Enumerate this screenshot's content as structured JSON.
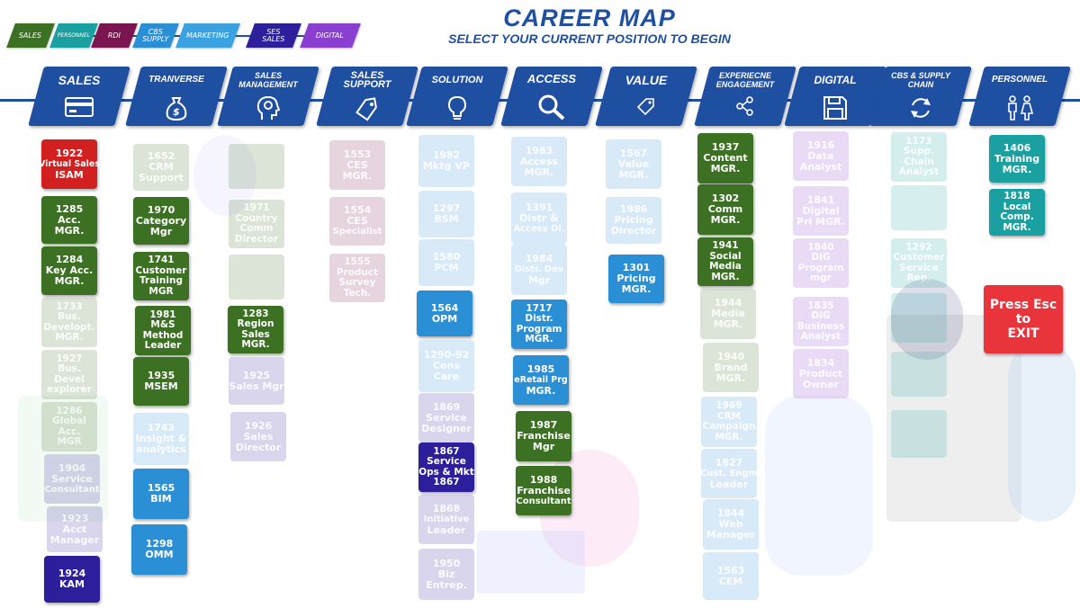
{
  "title": "CAREER MAP",
  "subtitle": "SELECT YOUR CURRENT POSITION TO BEGIN",
  "colors": {
    "sales_green": "#3c7022",
    "personnel_teal": "#1aa0a0",
    "rdi_maroon": "#7a1550",
    "cbs_blue": "#2b8fd6",
    "marketing_blue": "#3aa2e0",
    "ses_navy": "#2d1f9c",
    "digital_purple": "#8a3fd1",
    "header_blue": "#1f4fa0",
    "red": "#d21f1f",
    "exit_red": "#e8343a"
  },
  "legend": [
    {
      "label": "SALES",
      "color": "#3c7022"
    },
    {
      "label": "PERSONNEL",
      "color": "#1aa0a0"
    },
    {
      "label": "RDI",
      "color": "#7a1550"
    },
    {
      "label": "CBS SUPPLY",
      "color": "#2b8fd6"
    },
    {
      "label": "MARKETING",
      "color": "#3aa2e0"
    },
    {
      "label": "SES SALES",
      "color": "#2d1f9c"
    },
    {
      "label": "DIGITAL",
      "color": "#8a3fd1"
    }
  ],
  "headers": [
    {
      "label": "SALES",
      "icon": "credit-card-icon"
    },
    {
      "label": "TRANVERSE",
      "icon": "money-bag-icon"
    },
    {
      "label": "SALES MANAGEMENT",
      "icon": "head-gear-icon"
    },
    {
      "label": "SALES SUPPORT",
      "icon": "price-tag-icon"
    },
    {
      "label": "SOLUTION",
      "icon": "lightbulb-icon"
    },
    {
      "label": "ACCESS",
      "icon": "magnifier-icon"
    },
    {
      "label": "VALUE",
      "icon": "tag-icon"
    },
    {
      "label": "EXPERIECNE ENGAGEMENT",
      "icon": "share-icon"
    },
    {
      "label": "DIGITAL",
      "icon": "floppy-disk-icon"
    },
    {
      "label": "CBS & SUPPLY CHAIN",
      "icon": "refresh-icon"
    },
    {
      "label": "PERSONNEL",
      "icon": "people-icon"
    }
  ],
  "cards": [
    {
      "lines": [
        "1922",
        "Virtual Sales",
        "ISAM"
      ],
      "color": "#d21f1f",
      "faded": false
    },
    {
      "lines": [
        "1285",
        "Acc.",
        "MGR."
      ],
      "color": "#3c7022",
      "faded": false
    },
    {
      "lines": [
        "1284",
        "Key Acc.",
        "MGR."
      ],
      "color": "#3c7022",
      "faded": false
    },
    {
      "lines": [
        "1733",
        "Bus.",
        "Developt.",
        "MGR."
      ],
      "color": "#3c7022",
      "faded": true
    },
    {
      "lines": [
        "1927",
        "Bus.",
        "Devel",
        "explorer"
      ],
      "color": "#3c7022",
      "faded": true
    },
    {
      "lines": [
        "1286",
        "Global",
        "Acc.",
        "MGR"
      ],
      "color": "#3c7022",
      "faded": true
    },
    {
      "lines": [
        "1904",
        "Service",
        "Consultant"
      ],
      "color": "#2d1f9c",
      "faded": true
    },
    {
      "lines": [
        "1923",
        "Acct",
        "Manager"
      ],
      "color": "#2d1f9c",
      "faded": true
    },
    {
      "lines": [
        "1924",
        "KAM"
      ],
      "color": "#2d1f9c",
      "faded": false
    },
    {
      "lines": [
        "1652",
        "CRM",
        "Support"
      ],
      "color": "#3c7022",
      "faded": true
    },
    {
      "lines": [
        "1970",
        "Category",
        "Mgr"
      ],
      "color": "#3c7022",
      "faded": false
    },
    {
      "lines": [
        "1741",
        "Customer",
        "Training",
        "MGR"
      ],
      "color": "#3c7022",
      "faded": false
    },
    {
      "lines": [
        "1981",
        "M&S",
        "Method",
        "Leader"
      ],
      "color": "#3c7022",
      "faded": false
    },
    {
      "lines": [
        "1935",
        "MSEM"
      ],
      "color": "#3c7022",
      "faded": false
    },
    {
      "lines": [
        "1743",
        "Insight &",
        "analytics"
      ],
      "color": "#2b8fd6",
      "faded": true
    },
    {
      "lines": [
        "1565",
        "BIM"
      ],
      "color": "#2b8fd6",
      "faded": false
    },
    {
      "lines": [
        "1298",
        "OMM"
      ],
      "color": "#2b8fd6",
      "faded": false
    },
    {
      "lines": [
        ""
      ],
      "color": "#3c7022",
      "faded": true
    },
    {
      "lines": [
        "1971",
        "Country",
        "Comm",
        "Director"
      ],
      "color": "#3c7022",
      "faded": true
    },
    {
      "lines": [
        ""
      ],
      "color": "#3c7022",
      "faded": true
    },
    {
      "lines": [
        "1283",
        "Region",
        "Sales",
        "MGR."
      ],
      "color": "#3c7022",
      "faded": false
    },
    {
      "lines": [
        "1925",
        "Sales Mgr"
      ],
      "color": "#2d1f9c",
      "faded": true
    },
    {
      "lines": [
        "1926",
        "Sales",
        "Director"
      ],
      "color": "#2d1f9c",
      "faded": true
    },
    {
      "lines": [
        "1553",
        "CES",
        "MGR."
      ],
      "color": "#7a1550",
      "faded": true
    },
    {
      "lines": [
        "1554",
        "CES",
        "Specialist"
      ],
      "color": "#7a1550",
      "faded": true
    },
    {
      "lines": [
        "1555",
        "Product",
        "Survey",
        "Tech."
      ],
      "color": "#7a1550",
      "faded": true
    },
    {
      "lines": [
        "1982",
        "Mktg VP"
      ],
      "color": "#2b8fd6",
      "faded": true
    },
    {
      "lines": [
        "1297",
        "BSM"
      ],
      "color": "#2b8fd6",
      "faded": true
    },
    {
      "lines": [
        "1580",
        "PCM"
      ],
      "color": "#2b8fd6",
      "faded": true
    },
    {
      "lines": [
        "1564",
        "OPM"
      ],
      "color": "#2b8fd6",
      "faded": false
    },
    {
      "lines": [
        "1290-92",
        "Cons",
        "Care"
      ],
      "color": "#2b8fd6",
      "faded": true
    },
    {
      "lines": [
        "1869",
        "Service",
        "Designer"
      ],
      "color": "#2d1f9c",
      "faded": true
    },
    {
      "lines": [
        "1867",
        "Service",
        "Ops & Mkt",
        "1867"
      ],
      "color": "#2d1f9c",
      "faded": false
    },
    {
      "lines": [
        "1868",
        "Initiative",
        "Leader"
      ],
      "color": "#2d1f9c",
      "faded": true
    },
    {
      "lines": [
        "1950",
        "Biz",
        "Entrep."
      ],
      "color": "#2d1f9c",
      "faded": true
    },
    {
      "lines": [
        "1983",
        "Access",
        "MGR."
      ],
      "color": "#2b8fd6",
      "faded": true
    },
    {
      "lines": [
        "1391",
        "Distr &",
        "Access Di."
      ],
      "color": "#2b8fd6",
      "faded": true
    },
    {
      "lines": [
        "1984",
        "Distr. Dev",
        "Mgr"
      ],
      "color": "#2b8fd6",
      "faded": true
    },
    {
      "lines": [
        "1717",
        "Distr.",
        "Program",
        "MGR."
      ],
      "color": "#2b8fd6",
      "faded": false
    },
    {
      "lines": [
        "1985",
        "eRetail Prg",
        "MGR."
      ],
      "color": "#2b8fd6",
      "faded": false
    },
    {
      "lines": [
        "1987",
        "Franchise",
        "Mgr"
      ],
      "color": "#3c7022",
      "faded": false
    },
    {
      "lines": [
        "1988",
        "Franchise",
        "Consultant"
      ],
      "color": "#3c7022",
      "faded": false
    },
    {
      "lines": [
        "1567",
        "Value",
        "MGR."
      ],
      "color": "#2b8fd6",
      "faded": true
    },
    {
      "lines": [
        "1986",
        "Pricing",
        "Director"
      ],
      "color": "#2b8fd6",
      "faded": true
    },
    {
      "lines": [
        "1301",
        "Pricing",
        "MGR."
      ],
      "color": "#2b8fd6",
      "faded": false
    },
    {
      "lines": [
        "1937",
        "Content",
        "MGR."
      ],
      "color": "#3c7022",
      "faded": false
    },
    {
      "lines": [
        "1302",
        "Comm",
        "MGR."
      ],
      "color": "#3c7022",
      "faded": false
    },
    {
      "lines": [
        "1941",
        "Social",
        "Media",
        "MGR."
      ],
      "color": "#3c7022",
      "faded": false
    },
    {
      "lines": [
        "1944",
        "Media",
        "MGR."
      ],
      "color": "#3c7022",
      "faded": true
    },
    {
      "lines": [
        "1940",
        "Brand",
        "MGR."
      ],
      "color": "#3c7022",
      "faded": true
    },
    {
      "lines": [
        "1969",
        "CRM",
        "Campaign",
        "MGR."
      ],
      "color": "#2b8fd6",
      "faded": true
    },
    {
      "lines": [
        "1827",
        "Cust. Engm",
        "Leader"
      ],
      "color": "#2b8fd6",
      "faded": true
    },
    {
      "lines": [
        "1844",
        "Web",
        "Manager"
      ],
      "color": "#2b8fd6",
      "faded": true
    },
    {
      "lines": [
        "1563",
        "CEM"
      ],
      "color": "#2b8fd6",
      "faded": true
    },
    {
      "lines": [
        "1916",
        "Data",
        "Analyst"
      ],
      "color": "#8a3fd1",
      "faded": true
    },
    {
      "lines": [
        "1841",
        "Digital",
        "Pri MGR."
      ],
      "color": "#8a3fd1",
      "faded": true
    },
    {
      "lines": [
        "1840",
        "DIG",
        "Program",
        "mgr"
      ],
      "color": "#8a3fd1",
      "faded": true
    },
    {
      "lines": [
        "1835",
        "DIG",
        "Business",
        "Analyst"
      ],
      "color": "#8a3fd1",
      "faded": true
    },
    {
      "lines": [
        "1834",
        "Product",
        "Owner"
      ],
      "color": "#8a3fd1",
      "faded": true
    },
    {
      "lines": [
        "1173",
        "Supp.",
        "Chain",
        "Analyst"
      ],
      "color": "#1aa0a0",
      "faded": true
    },
    {
      "lines": [
        ""
      ],
      "color": "#1aa0a0",
      "faded": true
    },
    {
      "lines": [
        "1292",
        "Customer",
        "Service",
        "Rep."
      ],
      "color": "#1aa0a0",
      "faded": true
    },
    {
      "lines": [
        ""
      ],
      "color": "#1aa0a0",
      "faded": true
    },
    {
      "lines": [
        ""
      ],
      "color": "#1aa0a0",
      "faded": true
    },
    {
      "lines": [
        ""
      ],
      "color": "#1aa0a0",
      "faded": true
    },
    {
      "lines": [
        "1406",
        "Training",
        "MGR."
      ],
      "color": "#1aa0a0",
      "faded": false
    },
    {
      "lines": [
        "1818",
        "Local",
        "Comp.",
        "MGR."
      ],
      "color": "#1aa0a0",
      "faded": false
    }
  ],
  "exit": {
    "lines": [
      "Press Esc",
      "to",
      "EXIT"
    ]
  }
}
